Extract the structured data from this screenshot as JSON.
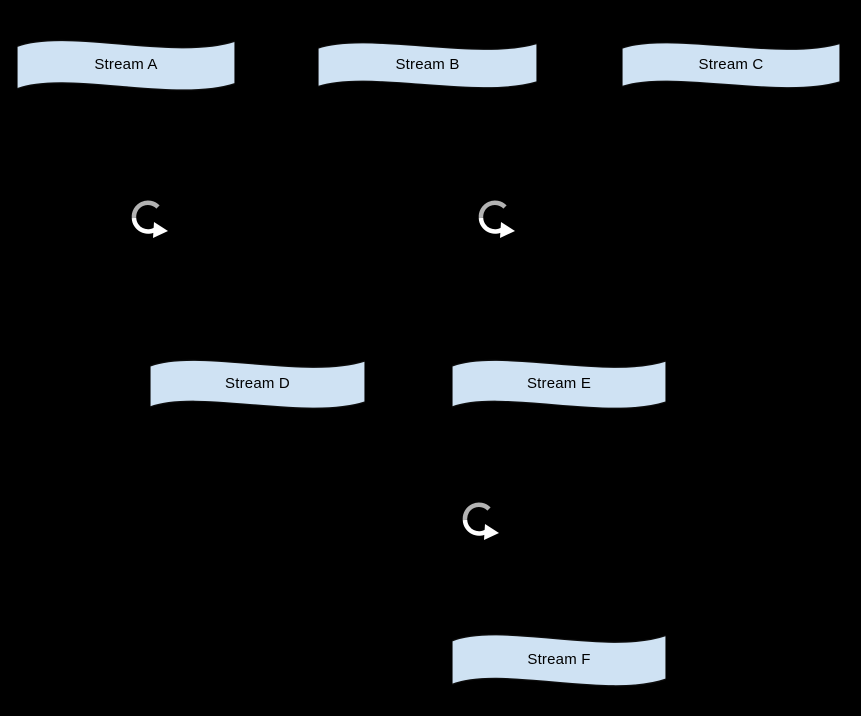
{
  "colors": {
    "background": "#000000",
    "node_fill": "#cfe2f3",
    "node_border": "#0d0d0d",
    "arrow_top": "#b3b3b3",
    "arrow_bottom": "#ffffff",
    "label_color": "#000000"
  },
  "nodes": [
    {
      "label": "Stream A"
    },
    {
      "label": "Stream B"
    },
    {
      "label": "Stream C"
    },
    {
      "label": "Stream D"
    },
    {
      "label": "Stream E"
    },
    {
      "label": "Stream F"
    }
  ],
  "icons": [
    {
      "name": "loop-arrow"
    },
    {
      "name": "loop-arrow"
    },
    {
      "name": "loop-arrow"
    }
  ]
}
